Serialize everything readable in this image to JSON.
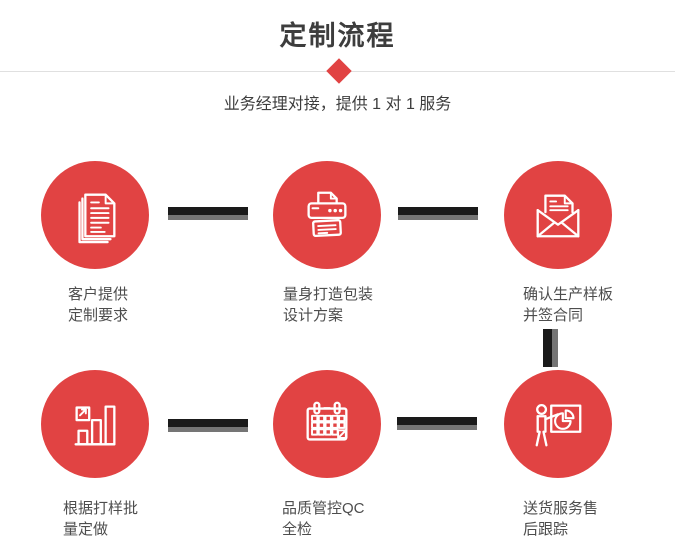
{
  "header": {
    "title": "定制流程",
    "subtitle": "业务经理对接，提供 1 对 1 服务"
  },
  "steps": [
    {
      "icon": "documents-icon",
      "line1": "客户提供",
      "line2": "定制要求"
    },
    {
      "icon": "printer-icon",
      "line1": "量身打造包装",
      "line2": "设计方案"
    },
    {
      "icon": "envelope-icon",
      "line1": "确认生产样板",
      "line2": "并签合同"
    },
    {
      "icon": "bar-chart-icon",
      "line1": "根据打样批",
      "line2": "量定做"
    },
    {
      "icon": "calendar-icon",
      "line1": "品质管控QC",
      "line2": "全检"
    },
    {
      "icon": "presentation-icon",
      "line1": "送货服务售",
      "line2": "后跟踪"
    }
  ],
  "colors": {
    "accent_red": "#e14343",
    "connector_dark": "#1a1a1a",
    "connector_gray": "#757575",
    "divider_line": "#e0e0e0",
    "title_text": "#3d3d3d",
    "label_text": "#4d4d4d"
  }
}
